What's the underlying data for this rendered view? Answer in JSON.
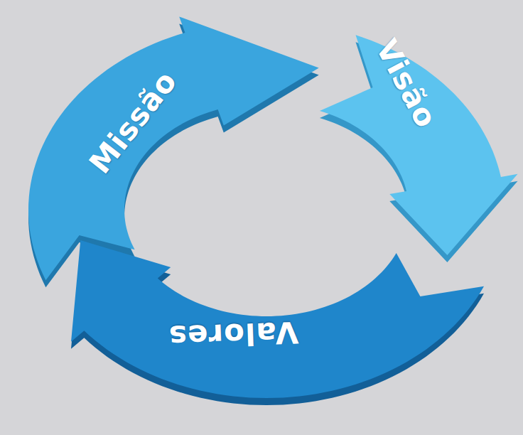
{
  "diagram": {
    "nodes": [
      {
        "text": [
          "Missão"
        ]
      },
      {
        "text": [
          "Visão"
        ]
      },
      {
        "text": [
          "Valores"
        ]
      }
    ]
  }
}
